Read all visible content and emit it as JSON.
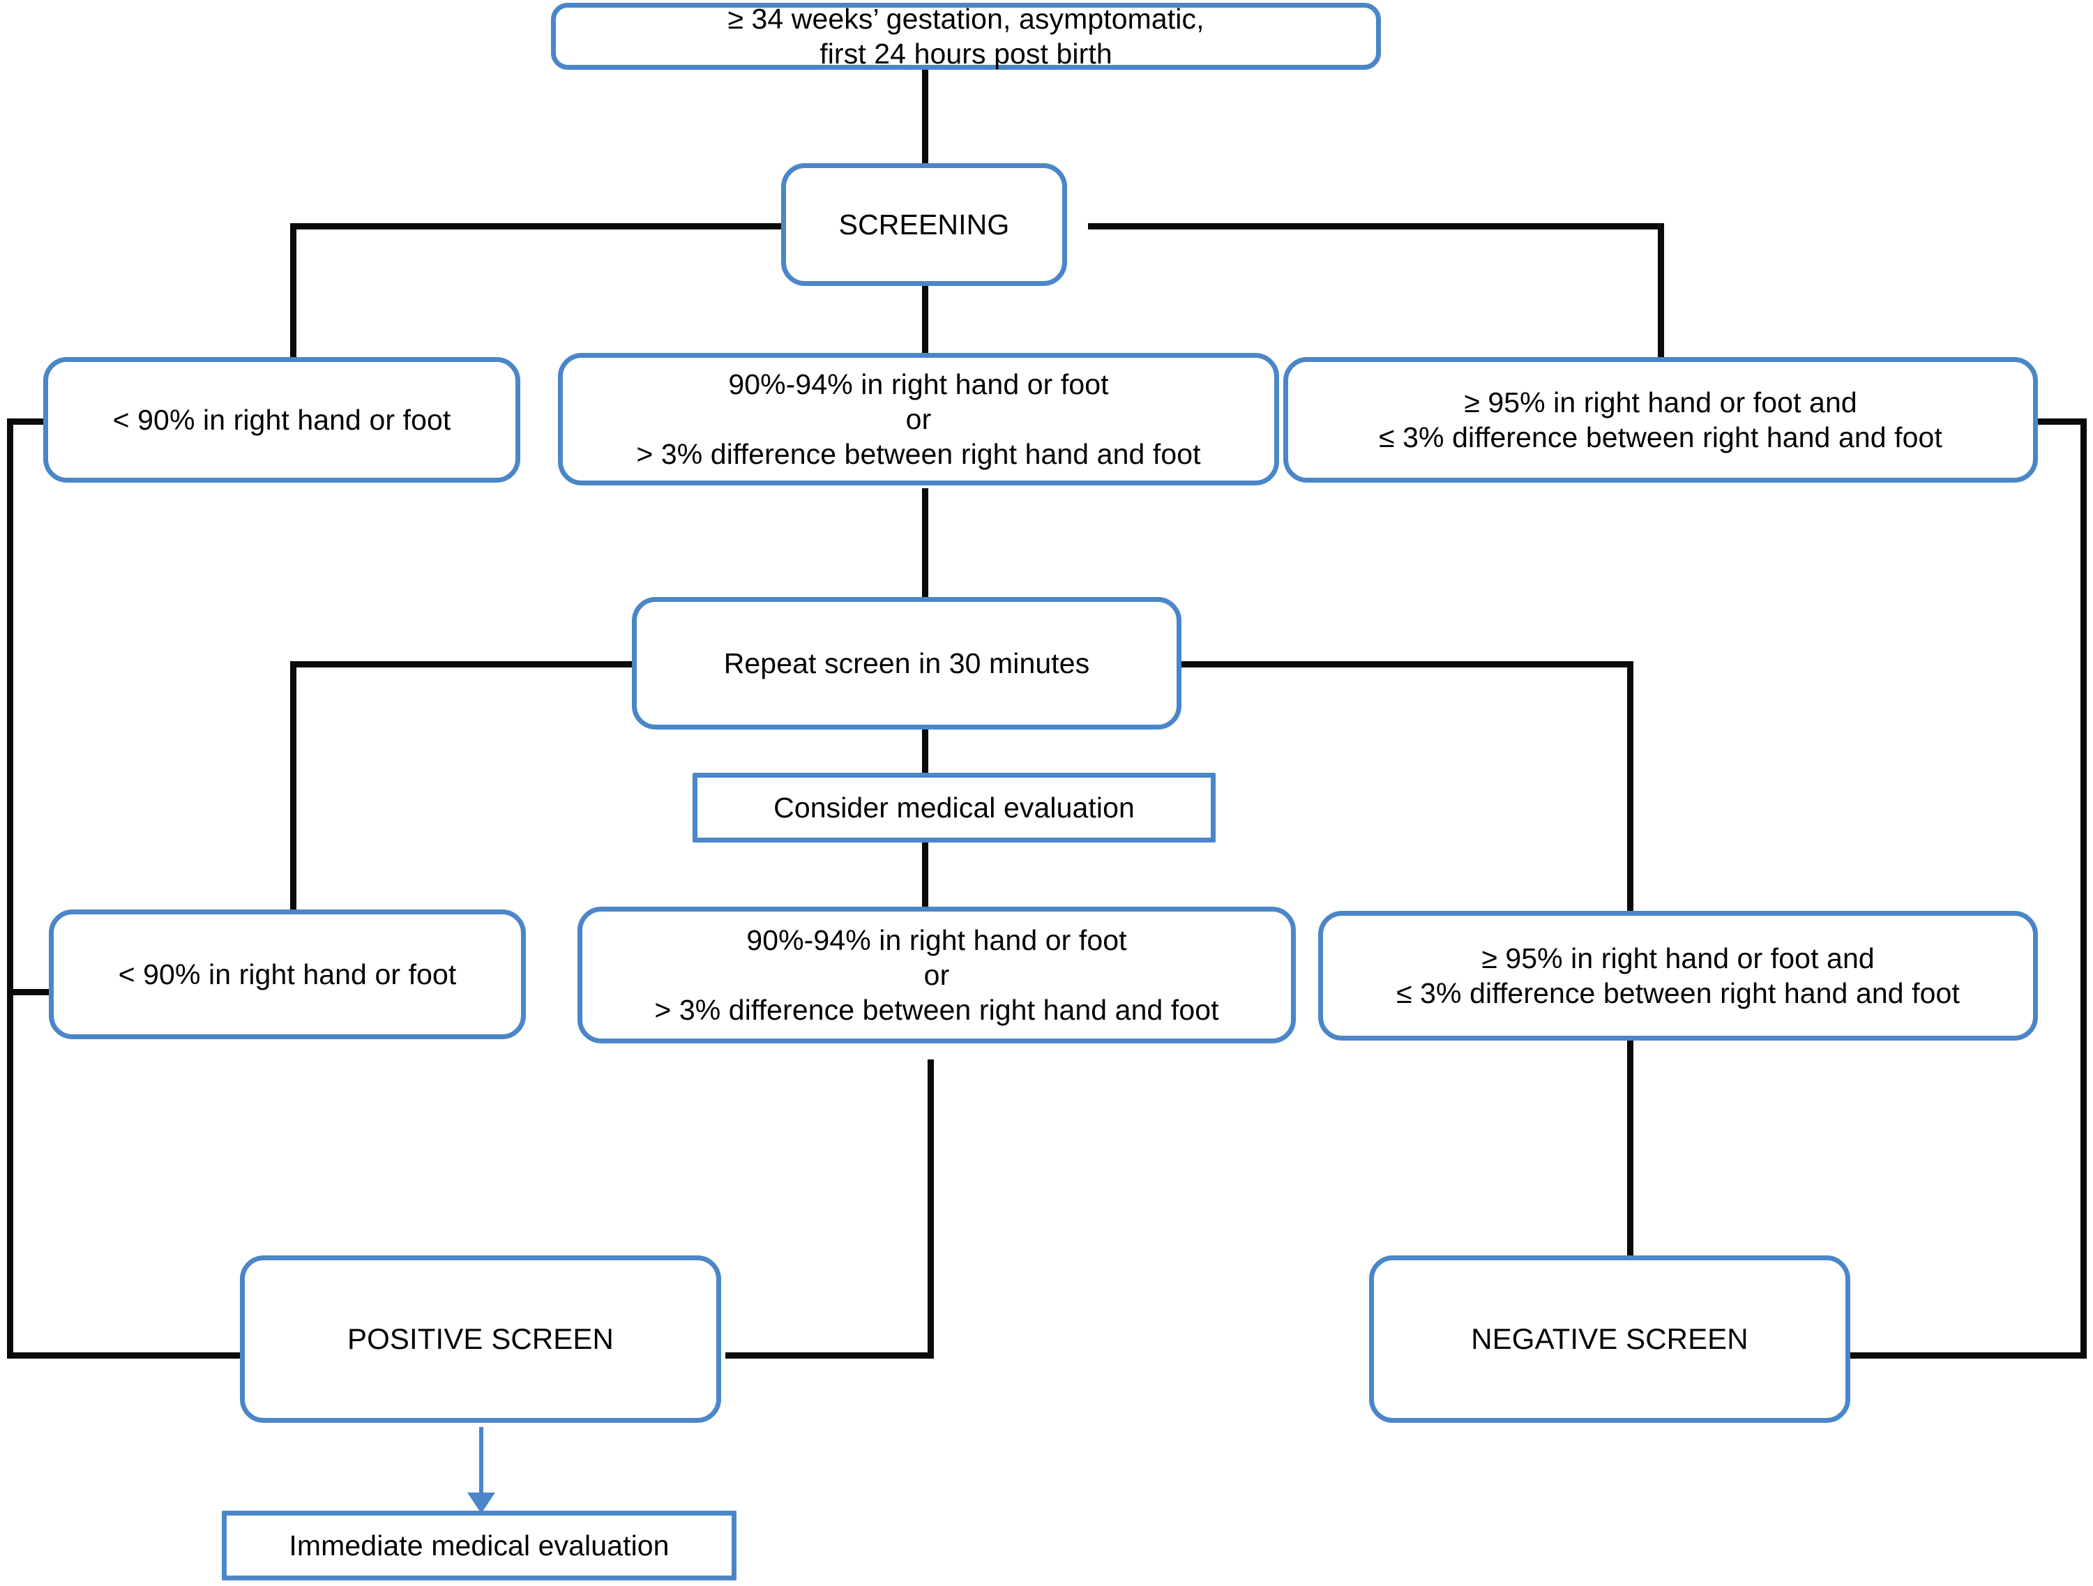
{
  "diagram": {
    "title": "Pulse oximetry screening algorithm for critical congenital heart disease",
    "accent_color": "#4A86C8",
    "line_color": "#0a0a0a",
    "background": "#ffffff"
  },
  "nodes": {
    "entry": {
      "id": "entry-criteria",
      "text": "≥ 34 weeks’ gestation, asymptomatic,\nfirst 24 hours post birth",
      "shape": "rounded"
    },
    "screening": {
      "id": "screening",
      "text": "SCREENING",
      "shape": "rounded"
    },
    "r1_left": {
      "id": "first-screen-low",
      "text": "< 90% in right hand or foot",
      "shape": "rounded"
    },
    "r1_mid": {
      "id": "first-screen-borderline",
      "text": "90%-94% in right hand or foot\nor\n> 3% difference between right hand and foot",
      "shape": "rounded"
    },
    "r1_right": {
      "id": "first-screen-pass",
      "text": "≥ 95% in right hand or foot and\n≤ 3% difference between right hand and foot",
      "shape": "rounded"
    },
    "repeat": {
      "id": "repeat-screen",
      "text": "Repeat screen in 30 minutes",
      "shape": "rounded"
    },
    "consider": {
      "id": "consider-medical-evaluation",
      "text": "Consider medical evaluation",
      "shape": "rectangle"
    },
    "r2_left": {
      "id": "repeat-screen-low",
      "text": "< 90% in right hand or foot",
      "shape": "rounded"
    },
    "r2_mid": {
      "id": "repeat-screen-borderline",
      "text": "90%-94% in right hand or foot\nor\n> 3% difference between right hand and foot",
      "shape": "rounded"
    },
    "r2_right": {
      "id": "repeat-screen-pass",
      "text": "≥ 95% in right hand or foot and\n≤ 3% difference between right hand and foot",
      "shape": "rounded"
    },
    "positive": {
      "id": "positive-screen",
      "text": "POSITIVE SCREEN",
      "shape": "rounded"
    },
    "negative": {
      "id": "negative-screen",
      "text": "NEGATIVE SCREEN",
      "shape": "rounded"
    },
    "immediate": {
      "id": "immediate-medical-evaluation",
      "text": "Immediate medical evaluation",
      "shape": "rectangle"
    }
  },
  "edges": [
    {
      "from": "entry",
      "to": "screening",
      "style": "black"
    },
    {
      "from": "screening",
      "to": "r1_left",
      "style": "black"
    },
    {
      "from": "screening",
      "to": "r1_mid",
      "style": "black"
    },
    {
      "from": "screening",
      "to": "r1_right",
      "style": "black"
    },
    {
      "from": "r1_mid",
      "to": "repeat",
      "style": "black"
    },
    {
      "from": "repeat",
      "to": "consider",
      "style": "black"
    },
    {
      "from": "repeat",
      "to": "r2_left",
      "style": "black"
    },
    {
      "from": "repeat",
      "to": "r2_right",
      "style": "black"
    },
    {
      "from": "consider",
      "to": "r2_mid",
      "style": "black"
    },
    {
      "from": "r1_left",
      "to": "positive",
      "style": "black"
    },
    {
      "from": "r2_left",
      "to": "positive",
      "style": "black"
    },
    {
      "from": "r2_mid",
      "to": "positive",
      "style": "black"
    },
    {
      "from": "r1_right",
      "to": "negative",
      "style": "black"
    },
    {
      "from": "r2_right",
      "to": "negative",
      "style": "black"
    },
    {
      "from": "positive",
      "to": "immediate",
      "style": "blue-arrow"
    }
  ]
}
